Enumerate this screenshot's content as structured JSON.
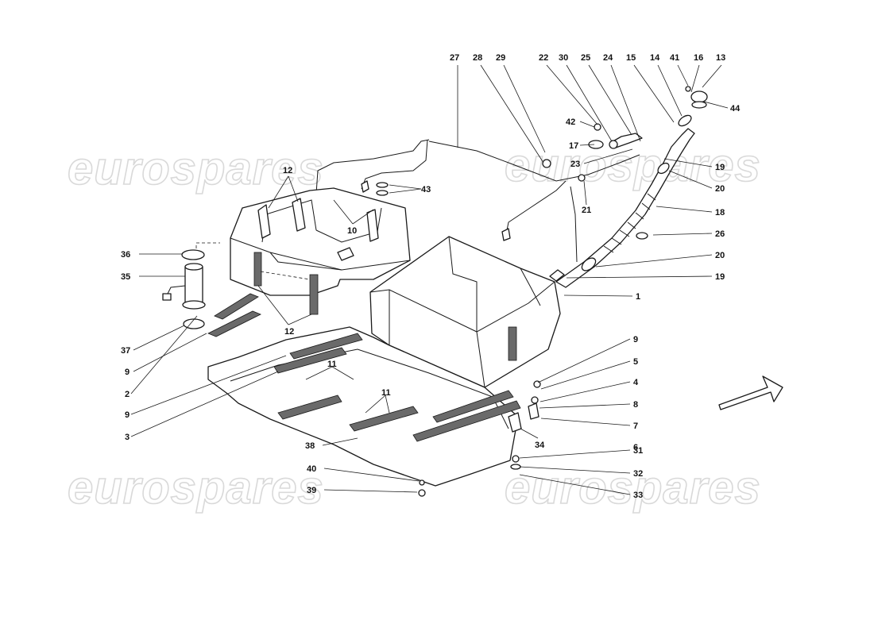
{
  "watermark": {
    "text": "eurospares"
  },
  "callouts": [
    {
      "id": "c27",
      "text": "27"
    },
    {
      "id": "c28",
      "text": "28"
    },
    {
      "id": "c29",
      "text": "29"
    },
    {
      "id": "c22",
      "text": "22"
    },
    {
      "id": "c30",
      "text": "30"
    },
    {
      "id": "c25",
      "text": "25"
    },
    {
      "id": "c24",
      "text": "24"
    },
    {
      "id": "c15",
      "text": "15"
    },
    {
      "id": "c14",
      "text": "14"
    },
    {
      "id": "c41",
      "text": "41"
    },
    {
      "id": "c16",
      "text": "16"
    },
    {
      "id": "c13",
      "text": "13"
    },
    {
      "id": "c44",
      "text": "44"
    },
    {
      "id": "c42",
      "text": "42"
    },
    {
      "id": "c17",
      "text": "17"
    },
    {
      "id": "c23",
      "text": "23"
    },
    {
      "id": "c19a",
      "text": "19"
    },
    {
      "id": "c20a",
      "text": "20"
    },
    {
      "id": "c12a",
      "text": "12"
    },
    {
      "id": "c43",
      "text": "43"
    },
    {
      "id": "c21",
      "text": "21"
    },
    {
      "id": "c18",
      "text": "18"
    },
    {
      "id": "c10",
      "text": "10"
    },
    {
      "id": "c26",
      "text": "26"
    },
    {
      "id": "c36",
      "text": "36"
    },
    {
      "id": "c20b",
      "text": "20"
    },
    {
      "id": "c35",
      "text": "35"
    },
    {
      "id": "c19b",
      "text": "19"
    },
    {
      "id": "c1",
      "text": "1"
    },
    {
      "id": "c12b",
      "text": "12"
    },
    {
      "id": "c37",
      "text": "37"
    },
    {
      "id": "c9a",
      "text": "9"
    },
    {
      "id": "c5",
      "text": "5"
    },
    {
      "id": "c9b",
      "text": "9"
    },
    {
      "id": "c4",
      "text": "4"
    },
    {
      "id": "c2",
      "text": "2"
    },
    {
      "id": "c11a",
      "text": "11"
    },
    {
      "id": "c8",
      "text": "8"
    },
    {
      "id": "c9c",
      "text": "9"
    },
    {
      "id": "c11b",
      "text": "11"
    },
    {
      "id": "c7",
      "text": "7"
    },
    {
      "id": "c3",
      "text": "3"
    },
    {
      "id": "c6",
      "text": "6"
    },
    {
      "id": "c34",
      "text": "34"
    },
    {
      "id": "c38",
      "text": "38"
    },
    {
      "id": "c31",
      "text": "31"
    },
    {
      "id": "c40",
      "text": "40"
    },
    {
      "id": "c32",
      "text": "32"
    },
    {
      "id": "c39",
      "text": "39"
    },
    {
      "id": "c33",
      "text": "33"
    }
  ]
}
